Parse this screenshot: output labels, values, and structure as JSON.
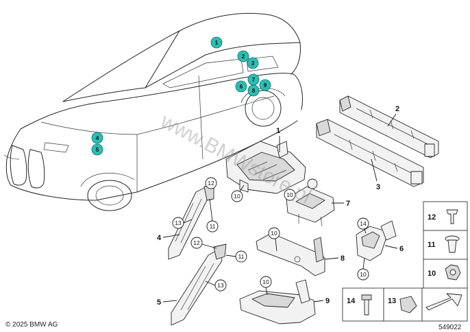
{
  "watermark": "www.BMWstore.pl",
  "copyright": "© 2025 BMW AG",
  "diagram_number": "549022",
  "car_markers": [
    "1",
    "2",
    "3",
    "4",
    "5",
    "6",
    "7",
    "8",
    "9"
  ],
  "callouts": [
    "1",
    "2",
    "3",
    "4",
    "5",
    "6",
    "7",
    "8",
    "9"
  ],
  "circle_labels": [
    "10",
    "10",
    "10",
    "10",
    "10",
    "11",
    "11",
    "12",
    "12",
    "13",
    "13",
    "14"
  ],
  "legend": [
    "12",
    "11",
    "10",
    "14",
    "13"
  ]
}
